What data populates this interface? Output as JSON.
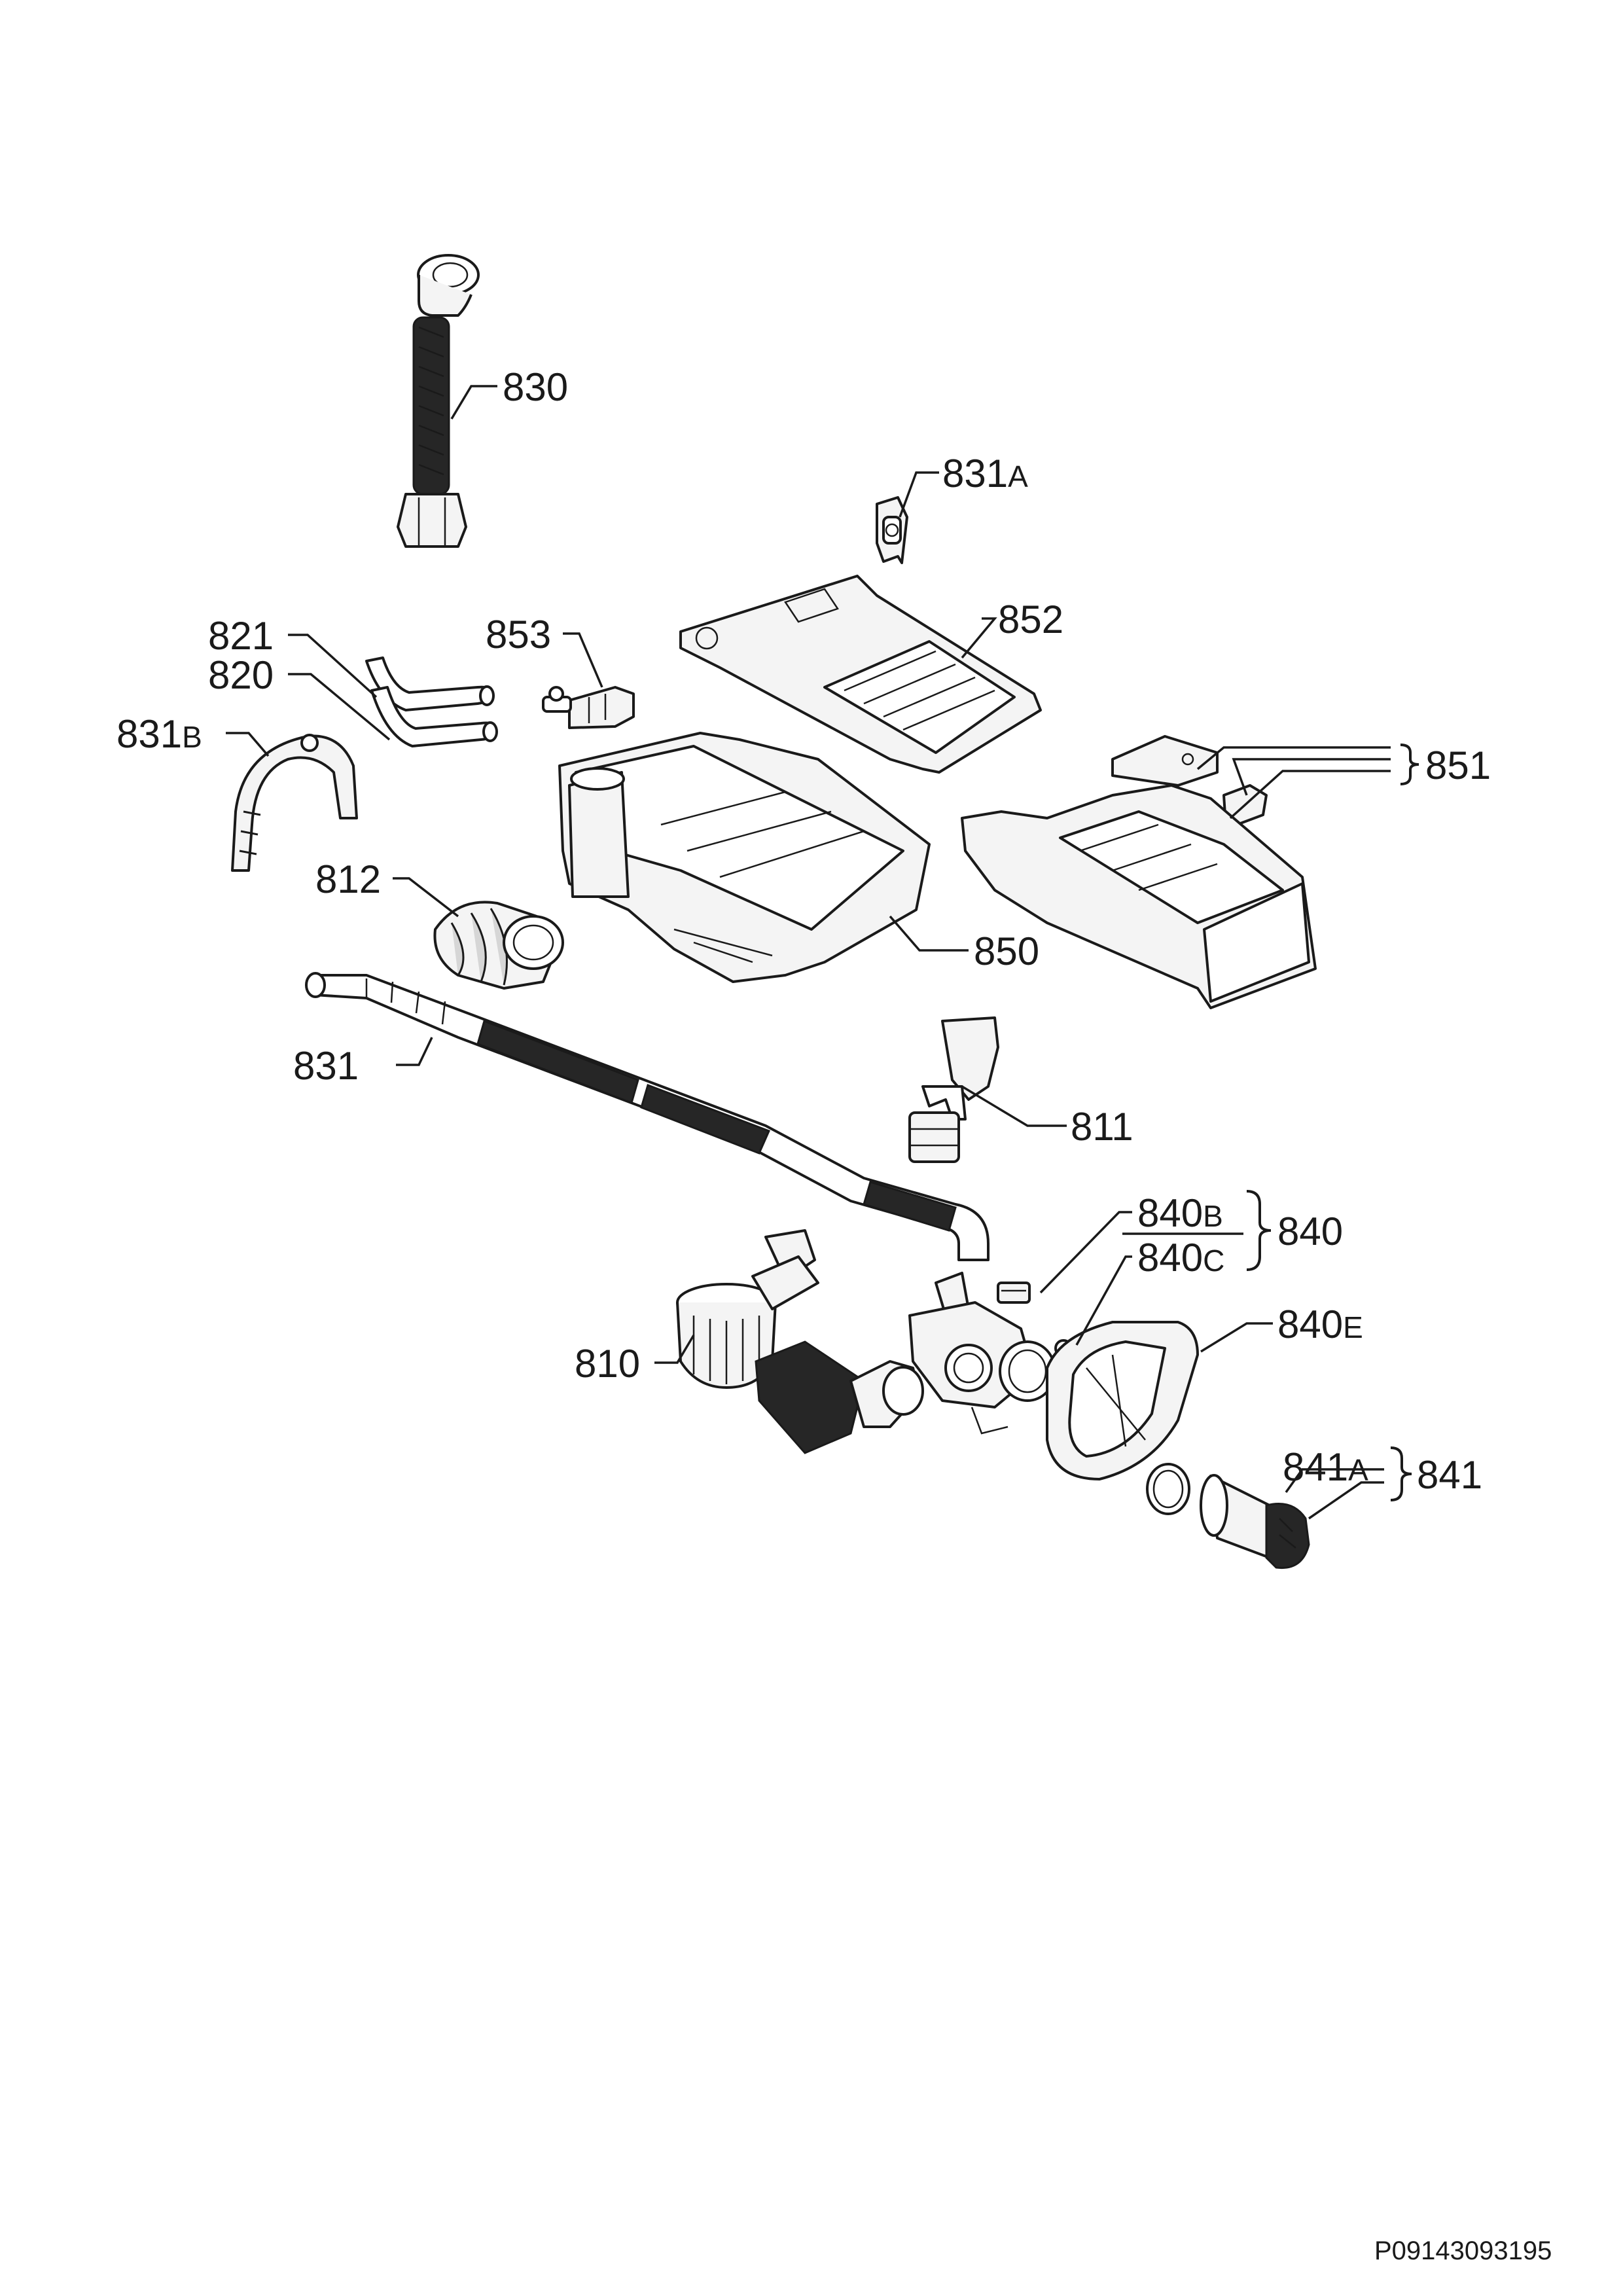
{
  "parts": [
    {
      "id": "p830",
      "number": "830",
      "suffix": ""
    },
    {
      "id": "p831a",
      "number": "831",
      "suffix": "A"
    },
    {
      "id": "p821",
      "number": "821",
      "suffix": ""
    },
    {
      "id": "p820",
      "number": "820",
      "suffix": ""
    },
    {
      "id": "p853",
      "number": "853",
      "suffix": ""
    },
    {
      "id": "p852",
      "number": "852",
      "suffix": ""
    },
    {
      "id": "p831b",
      "number": "831",
      "suffix": "B"
    },
    {
      "id": "p851",
      "number": "851",
      "suffix": ""
    },
    {
      "id": "p812",
      "number": "812",
      "suffix": ""
    },
    {
      "id": "p850",
      "number": "850",
      "suffix": ""
    },
    {
      "id": "p831",
      "number": "831",
      "suffix": ""
    },
    {
      "id": "p811",
      "number": "811",
      "suffix": ""
    },
    {
      "id": "p840b",
      "number": "840",
      "suffix": "B"
    },
    {
      "id": "p840",
      "number": "840",
      "suffix": ""
    },
    {
      "id": "p840c",
      "number": "840",
      "suffix": "C"
    },
    {
      "id": "p840e",
      "number": "840",
      "suffix": "E"
    },
    {
      "id": "p810",
      "number": "810",
      "suffix": ""
    },
    {
      "id": "p841a",
      "number": "841",
      "suffix": "A"
    },
    {
      "id": "p841",
      "number": "841",
      "suffix": ""
    }
  ],
  "document_code": "P09143093195",
  "colors": {
    "ink": "#1a1a1a",
    "background": "#ffffff"
  }
}
